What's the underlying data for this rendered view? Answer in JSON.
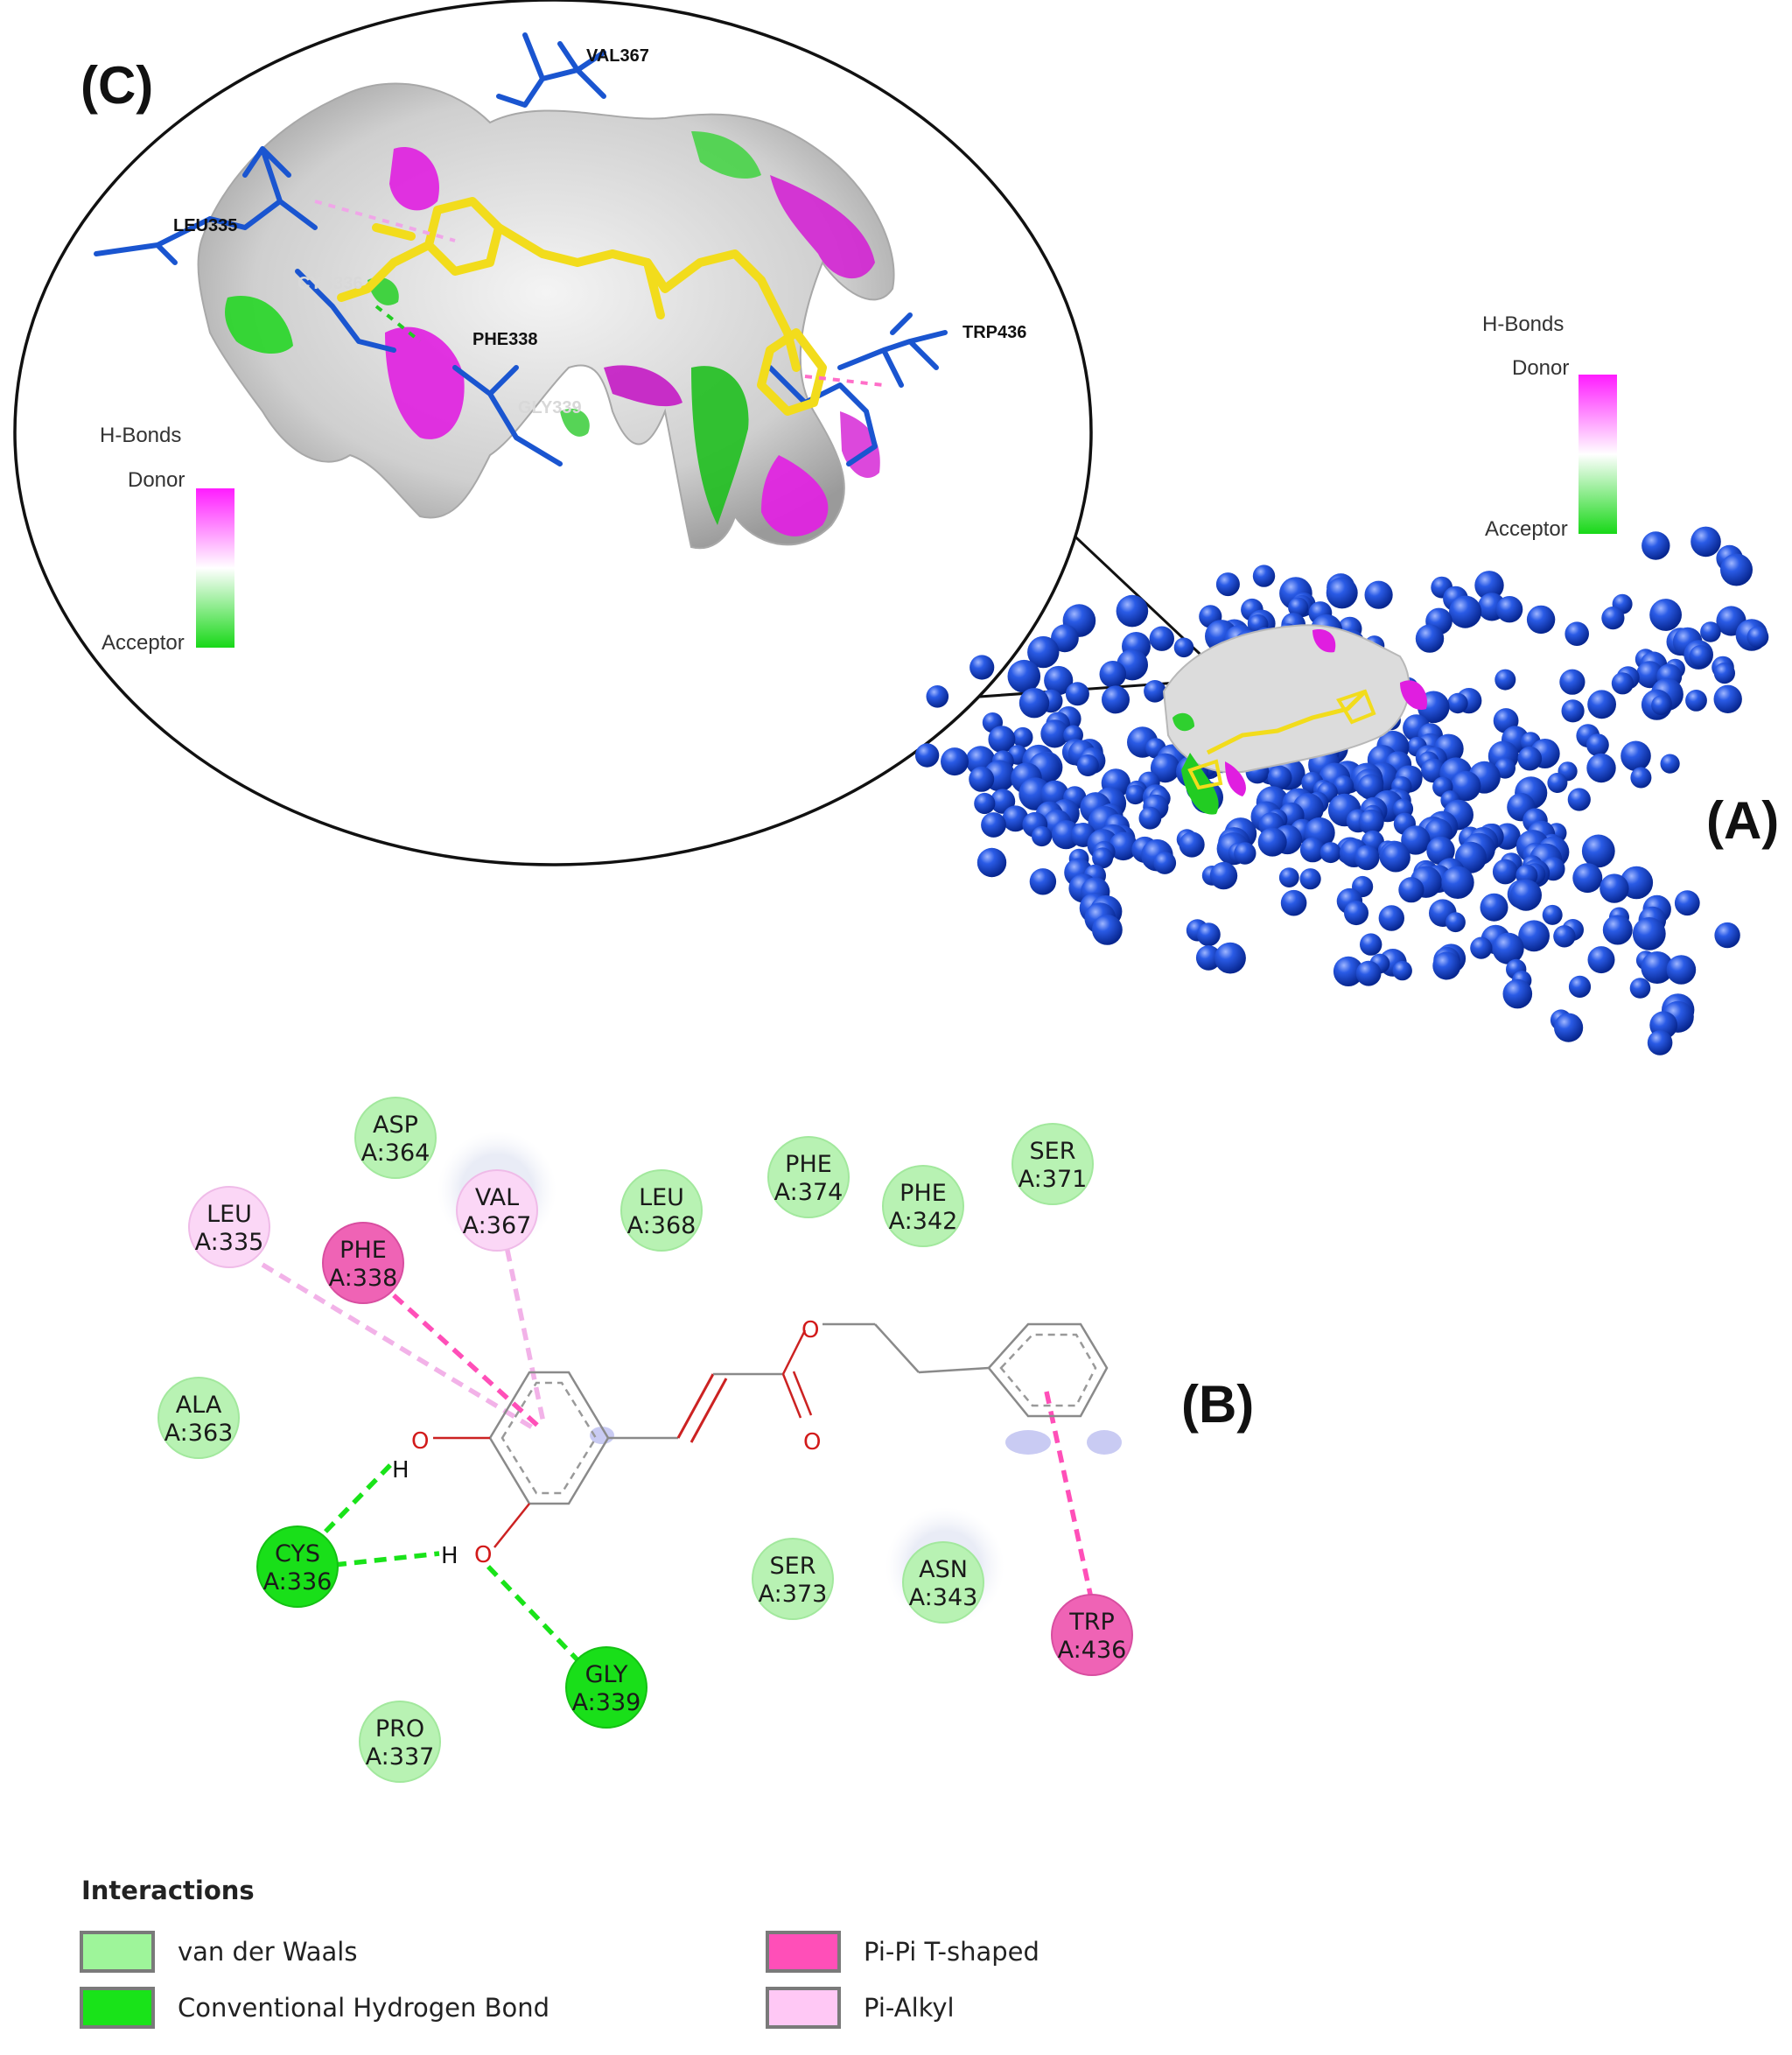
{
  "panels": {
    "a_label": "(A)",
    "b_label": "(B)",
    "c_label": "(C)"
  },
  "hbond_scale": {
    "title": "H-Bonds",
    "donor": "Donor",
    "acceptor": "Acceptor"
  },
  "inset_residues": {
    "val367": "VAL367",
    "leu335": "LEU335",
    "cys336": "CYS336",
    "phe338": "PHE338",
    "gly339": "GLY339",
    "trp436": "TRP436"
  },
  "residues": [
    {
      "name": "ASP",
      "id": "A:364",
      "type": "vdw"
    },
    {
      "name": "LEU",
      "id": "A:335",
      "type": "pialkyl"
    },
    {
      "name": "PHE",
      "id": "A:338",
      "type": "pipi"
    },
    {
      "name": "VAL",
      "id": "A:367",
      "type": "pialkyl"
    },
    {
      "name": "LEU",
      "id": "A:368",
      "type": "vdw"
    },
    {
      "name": "PHE",
      "id": "A:374",
      "type": "vdw"
    },
    {
      "name": "PHE",
      "id": "A:342",
      "type": "vdw"
    },
    {
      "name": "SER",
      "id": "A:371",
      "type": "vdw"
    },
    {
      "name": "ALA",
      "id": "A:363",
      "type": "vdw"
    },
    {
      "name": "CYS",
      "id": "A:336",
      "type": "hbond"
    },
    {
      "name": "SER",
      "id": "A:373",
      "type": "vdw"
    },
    {
      "name": "ASN",
      "id": "A:343",
      "type": "vdw"
    },
    {
      "name": "TRP",
      "id": "A:436",
      "type": "pipi"
    },
    {
      "name": "GLY",
      "id": "A:339",
      "type": "hbond"
    },
    {
      "name": "PRO",
      "id": "A:337",
      "type": "vdw"
    }
  ],
  "atoms": {
    "oxygen": "O",
    "hydrogen": "H"
  },
  "legend": {
    "title": "Interactions",
    "items": [
      {
        "label": "van der Waals",
        "color": "#9ef59a"
      },
      {
        "label": "Conventional Hydrogen Bond",
        "color": "#19e319"
      },
      {
        "label": "Pi-Pi T-shaped",
        "color": "#ff4fb8"
      },
      {
        "label": "Pi-Alkyl",
        "color": "#ffc8f5"
      }
    ]
  },
  "colors": {
    "protein": "#0c3fd0",
    "ligand": "#f2dc1c",
    "donor": "#ff1cff",
    "acceptor": "#18d818"
  }
}
